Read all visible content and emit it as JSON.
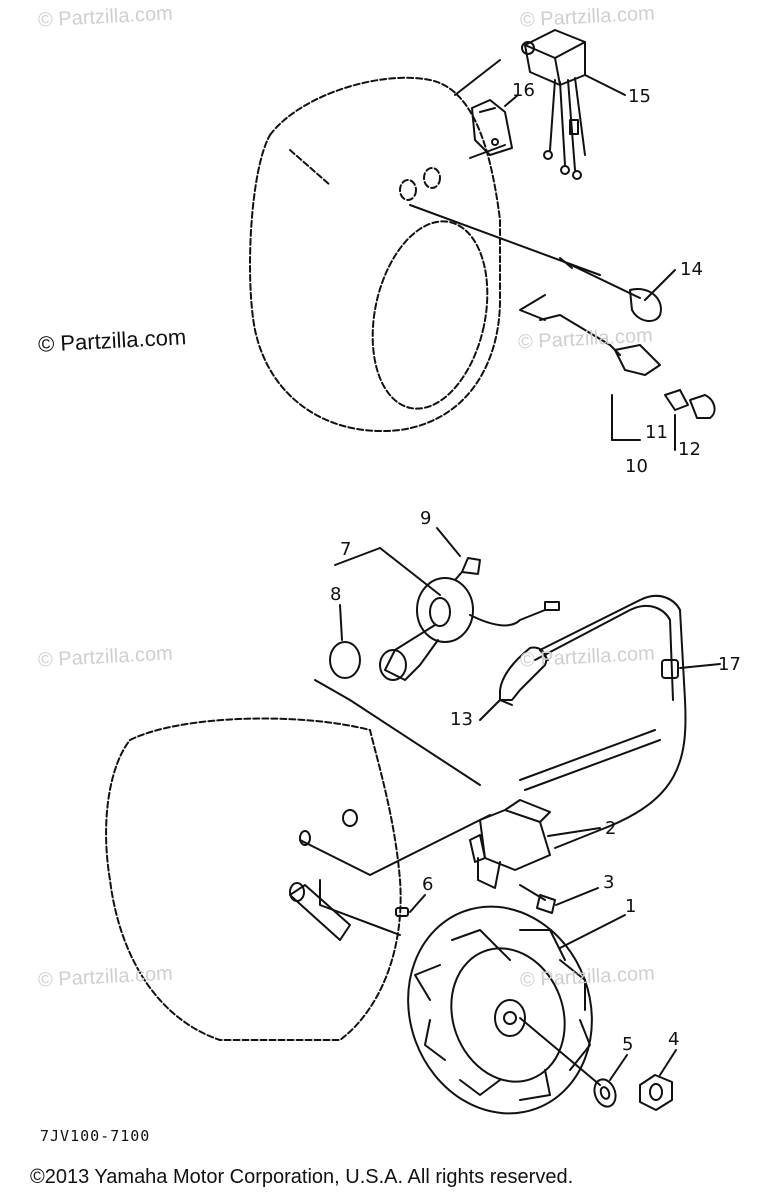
{
  "watermarks": [
    "© Partzilla.com",
    "© Partzilla.com",
    "© Partzilla.com",
    "© Partzilla.com",
    "© Partzilla.com",
    "© Partzilla.com",
    "© Partzilla.com"
  ],
  "watermark_dark": "© Partzilla.com",
  "callouts": [
    "1",
    "2",
    "3",
    "4",
    "5",
    "6",
    "7",
    "8",
    "9",
    "10",
    "11",
    "12",
    "13",
    "14",
    "15",
    "16",
    "17"
  ],
  "diagram_code": "7JV100-7100",
  "copyright": "©2013 Yamaha Motor Corporation, U.S.A. All rights reserved."
}
